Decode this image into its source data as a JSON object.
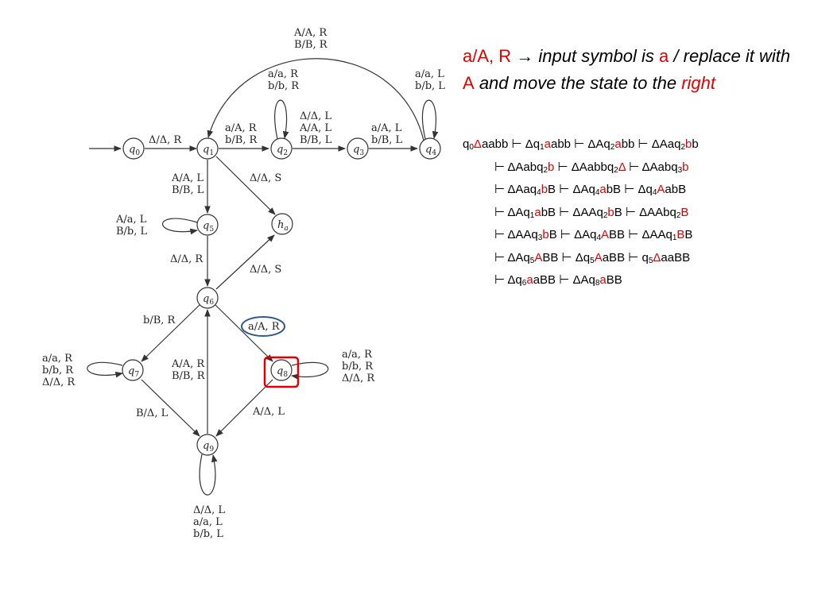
{
  "diagram": {
    "states": [
      {
        "id": "q0",
        "base": "q",
        "sub": "0"
      },
      {
        "id": "q1",
        "base": "q",
        "sub": "1"
      },
      {
        "id": "q2",
        "base": "q",
        "sub": "2"
      },
      {
        "id": "q3",
        "base": "q",
        "sub": "3"
      },
      {
        "id": "q4",
        "base": "q",
        "sub": "4"
      },
      {
        "id": "ha",
        "base": "h",
        "sub": "a"
      },
      {
        "id": "q5",
        "base": "q",
        "sub": "5"
      },
      {
        "id": "q6",
        "base": "q",
        "sub": "6"
      },
      {
        "id": "q7",
        "base": "q",
        "sub": "7"
      },
      {
        "id": "q8",
        "base": "q",
        "sub": "8"
      },
      {
        "id": "q9",
        "base": "q",
        "sub": "9"
      }
    ],
    "labels": {
      "q4_q1_a": "A/A, R",
      "q4_q1_b": "B/B, R",
      "q2_loop_a": "a/a, R",
      "q2_loop_b": "b/b, R",
      "q4_loop_a": "a/a, L",
      "q4_loop_b": "b/b, L",
      "q0_q1": "Δ/Δ, R",
      "q1_q2_a": "a/A, R",
      "q1_q2_b": "b/B, R",
      "q2_q3_a": "Δ/Δ, L",
      "q2_q3_b": "A/A, L",
      "q2_q3_c": "B/B, L",
      "q3_q4_a": "a/A, L",
      "q3_q4_b": "b/B, L",
      "q1_q5_a": "A/A, L",
      "q1_q5_b": "B/B, L",
      "q1_ha": "Δ/Δ, S",
      "q5_loop_a": "A/a, L",
      "q5_loop_b": "B/b, L",
      "q5_q6": "Δ/Δ, R",
      "q6_ha": "Δ/Δ, S",
      "q6_q7": "b/B, R",
      "q6_q8": "a/A, R",
      "q7_loop_a": "a/a, R",
      "q7_loop_b": "b/b, R",
      "q7_loop_c": "Δ/Δ, R",
      "q9_q6_a": "A/A, R",
      "q9_q6_b": "B/B, R",
      "q8_loop_a": "a/a, R",
      "q8_loop_b": "b/b, R",
      "q8_loop_c": "Δ/Δ, R",
      "q7_q9": "B/Δ, L",
      "q8_q9": "A/Δ, L",
      "q9_loop_a": "Δ/Δ, L",
      "q9_loop_b": "a/a, L",
      "q9_loop_c": "b/b, L"
    }
  },
  "explanation": {
    "rule": "a/A, R",
    "arrow": "→",
    "t1": "input symbol is",
    "sym_a": "a",
    "t2": "/ replace it with",
    "sym_A": "A",
    "t3": "and move the state to the",
    "dir": "right"
  },
  "trace": [
    {
      "indent": false,
      "parts": [
        {
          "t": "q",
          "c": "black",
          "sub": "0"
        },
        {
          "t": "Δ",
          "c": "red"
        },
        {
          "t": "aabb ⊢ Δq",
          "c": "black",
          "sub": "1"
        },
        {
          "t": "a",
          "c": "red"
        },
        {
          "t": "abb ⊢ ΔAq",
          "c": "black",
          "sub": "2"
        },
        {
          "t": "a",
          "c": "red"
        },
        {
          "t": "bb ⊢ ΔAaq",
          "c": "black",
          "sub": "2"
        },
        {
          "t": "b",
          "c": "red"
        },
        {
          "t": "b",
          "c": "black"
        }
      ]
    },
    {
      "indent": true,
      "parts": [
        {
          "t": "⊢ ΔAabq",
          "c": "black",
          "sub": "2"
        },
        {
          "t": "b",
          "c": "red"
        },
        {
          "t": " ⊢ ΔAabbq",
          "c": "black",
          "sub": "2"
        },
        {
          "t": "Δ",
          "c": "red"
        },
        {
          "t": " ⊢ ΔAabq",
          "c": "black",
          "sub": "3"
        },
        {
          "t": "b",
          "c": "red"
        }
      ]
    },
    {
      "indent": true,
      "parts": [
        {
          "t": "⊢ ΔAaq",
          "c": "black",
          "sub": "4"
        },
        {
          "t": "b",
          "c": "red"
        },
        {
          "t": "B ⊢ ΔAq",
          "c": "black",
          "sub": "4"
        },
        {
          "t": "a",
          "c": "red"
        },
        {
          "t": "bB ⊢ Δq",
          "c": "black",
          "sub": "4"
        },
        {
          "t": "A",
          "c": "red"
        },
        {
          "t": "abB",
          "c": "black"
        }
      ]
    },
    {
      "indent": true,
      "parts": [
        {
          "t": "⊢ ΔAq",
          "c": "black",
          "sub": "1"
        },
        {
          "t": "a",
          "c": "red"
        },
        {
          "t": "bB ⊢ ΔAAq",
          "c": "black",
          "sub": "2"
        },
        {
          "t": "b",
          "c": "red"
        },
        {
          "t": "B ⊢ ΔAAbq",
          "c": "black",
          "sub": "2"
        },
        {
          "t": "B",
          "c": "red"
        }
      ]
    },
    {
      "indent": true,
      "parts": [
        {
          "t": "⊢ ΔAAq",
          "c": "black",
          "sub": "3"
        },
        {
          "t": "b",
          "c": "red"
        },
        {
          "t": "B ⊢ ΔAq",
          "c": "black",
          "sub": "4"
        },
        {
          "t": "A",
          "c": "red"
        },
        {
          "t": "BB ⊢ ΔAAq",
          "c": "black",
          "sub": "1"
        },
        {
          "t": "B",
          "c": "red"
        },
        {
          "t": "B",
          "c": "black"
        }
      ]
    },
    {
      "indent": true,
      "parts": [
        {
          "t": "⊢ ΔAq",
          "c": "black",
          "sub": "5"
        },
        {
          "t": "A",
          "c": "red"
        },
        {
          "t": "BB ⊢ Δq",
          "c": "black",
          "sub": "5"
        },
        {
          "t": "A",
          "c": "red"
        },
        {
          "t": "aBB ⊢ q",
          "c": "black",
          "sub": "5"
        },
        {
          "t": "Δ",
          "c": "red"
        },
        {
          "t": "aaBB",
          "c": "black"
        }
      ]
    },
    {
      "indent": true,
      "parts": [
        {
          "t": "⊢ Δq",
          "c": "black",
          "sub": "6"
        },
        {
          "t": "a",
          "c": "red"
        },
        {
          "t": "aBB ⊢ ΔAq",
          "c": "black",
          "sub": "8"
        },
        {
          "t": "a",
          "c": "red"
        },
        {
          "t": "BB",
          "c": "black"
        }
      ]
    }
  ],
  "colors": {
    "accent_red": "#e00000",
    "highlight_blue": "#2f5a8c",
    "highlight_red": "#e00000"
  }
}
